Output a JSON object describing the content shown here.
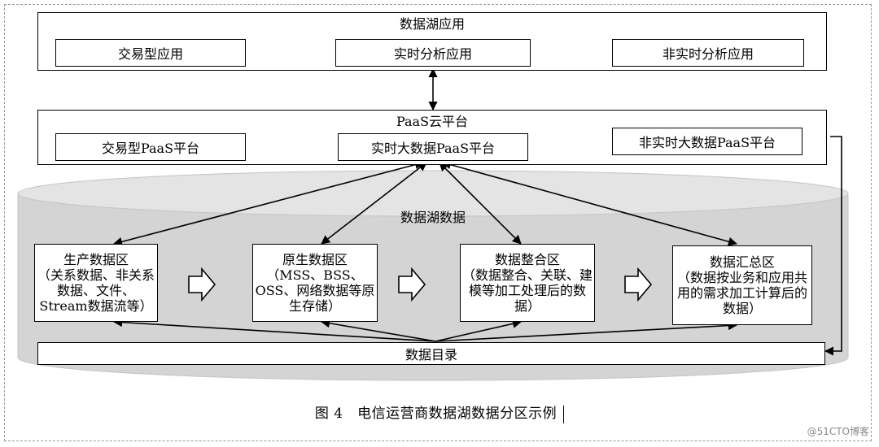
{
  "app_layer": {
    "title": "数据湖应用",
    "items": [
      "交易型应用",
      "实时分析应用",
      "非实时分析应用"
    ]
  },
  "paas_layer": {
    "title": "PaaS云平台",
    "items": [
      "交易型PaaS平台",
      "实时大数据PaaS平台",
      "非实时大数据PaaS平台"
    ]
  },
  "data_layer": {
    "title": "数据湖数据",
    "zones": [
      {
        "title": "生产数据区",
        "desc": "（关系数据、非关系数据、文件、Stream数据流等）"
      },
      {
        "title": "原生数据区",
        "desc": "（MSS、BSS、OSS、网络数据等原生存储）"
      },
      {
        "title": "数据整合区",
        "desc": "（数据整合、关联、建模等加工处理后的数据）"
      },
      {
        "title": "数据汇总区",
        "desc": "（数据按业务和应用共用的需求加工计算后的数据）"
      }
    ],
    "catalog": "数据目录"
  },
  "caption": "图 4　电信运营商数据湖数据分区示例",
  "watermark": "@51CTO博客",
  "colors": {
    "cylinder": "#d4d4d4",
    "cylinder_top": "#e4e4e4",
    "line": "#000000"
  }
}
